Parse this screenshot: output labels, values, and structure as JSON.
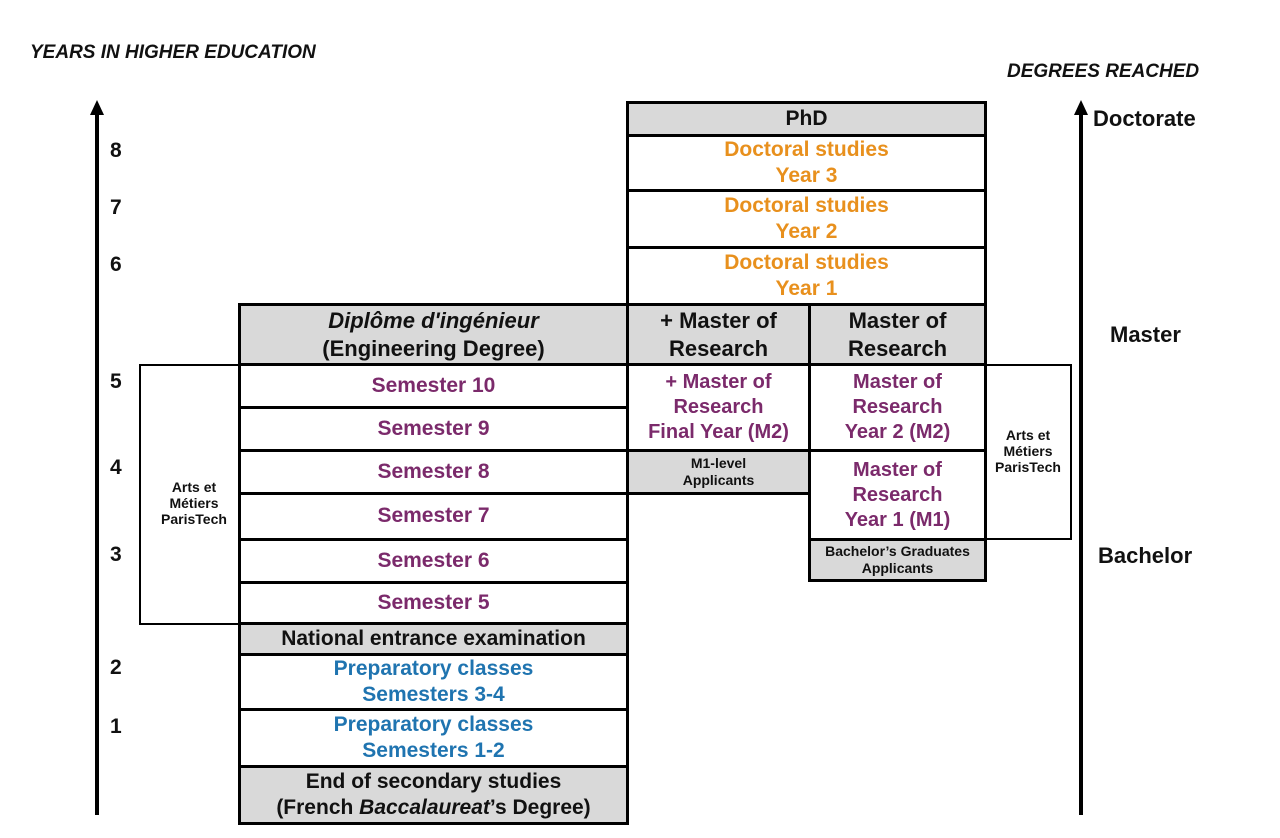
{
  "headers": {
    "left": "YEARS IN HIGHER EDUCATION",
    "right": "DEGREES REACHED"
  },
  "year_numbers": [
    "8",
    "7",
    "6",
    "5",
    "4",
    "3",
    "2",
    "1"
  ],
  "degrees": {
    "doctorate": "Doctorate",
    "master": "Master",
    "bachelor": "Bachelor"
  },
  "side_labels": {
    "left": "Arts et Métiers ParisTech",
    "right": "Arts et Métiers ParisTech"
  },
  "doctoral": {
    "phd": "PhD",
    "year3": [
      "Doctoral studies",
      "Year 3"
    ],
    "year2": [
      "Doctoral studies",
      "Year 2"
    ],
    "year1": [
      "Doctoral studies",
      "Year 1"
    ]
  },
  "engineering": {
    "header_italic": "Diplôme d'ingénieur",
    "header_sub": "(Engineering Degree)",
    "semesters": [
      "Semester 10",
      "Semester 9",
      "Semester 8",
      "Semester 7",
      "Semester 6",
      "Semester 5"
    ],
    "entrance": "National entrance examination",
    "prep_2": [
      "Preparatory classes",
      "Semesters 3-4"
    ],
    "prep_1": [
      "Preparatory classes",
      "Semesters 1-2"
    ],
    "secondary_line1": "End of secondary studies",
    "secondary_pre": "(French ",
    "secondary_italic": "Baccalaureat",
    "secondary_post": "’s Degree)"
  },
  "plus_master": {
    "header": [
      "+ Master of",
      "Research"
    ],
    "final": [
      "+ Master of",
      "Research",
      "Final Year (M2)"
    ],
    "applicants": [
      "M1-level",
      "Applicants"
    ]
  },
  "master": {
    "header": [
      "Master of",
      "Research"
    ],
    "year2": [
      "Master of",
      "Research",
      "Year 2 (M2)"
    ],
    "year1": [
      "Master of",
      "Research",
      "Year 1 (M1)"
    ],
    "applicants": [
      "Bachelor’s Graduates",
      "Applicants"
    ]
  },
  "colors": {
    "purple": "#7b2a6b",
    "orange": "#e8901d",
    "blue": "#1f74b0",
    "gray": "#d9d9d9"
  }
}
